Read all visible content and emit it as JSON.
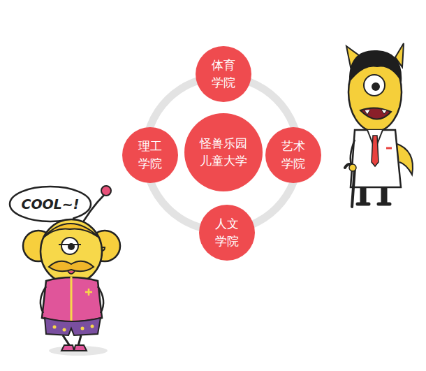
{
  "diagram": {
    "nodes": [
      {
        "text": [
          "体育 学院"
        ]
      },
      {
        "text": [
          "理工 学院"
        ]
      },
      {
        "text": [
          "怪兽乐园 儿童大学"
        ]
      },
      {
        "text": [
          "艺术 学院"
        ]
      },
      {
        "text": [
          "人文 学院"
        ]
      }
    ],
    "labels": [
      "COOL~!"
    ]
  }
}
